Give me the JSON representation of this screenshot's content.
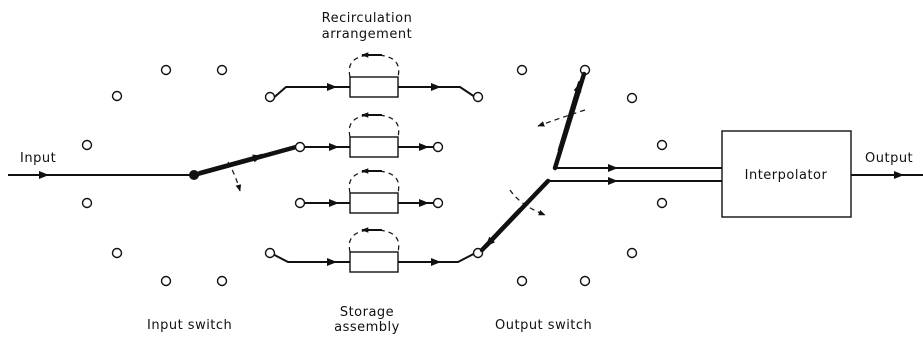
{
  "labels": {
    "input": "Input",
    "output": "Output",
    "recirculation": [
      "Recirculation",
      "arrangement"
    ],
    "input_switch": "Input switch",
    "storage": [
      "Storage",
      "assembly"
    ],
    "output_switch": "Output switch",
    "interpolator": "Interpolator"
  }
}
